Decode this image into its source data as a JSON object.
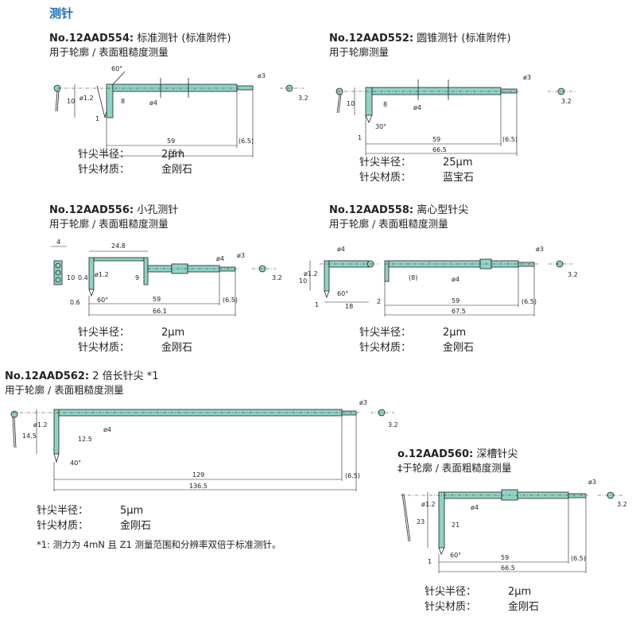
{
  "page": {
    "heading": "测针",
    "footnote": "*1: 测力为 4mN 且 Z1 测量范围和分辨率双倍于标准测针。"
  },
  "colors": {
    "heading": "#1d6fb8",
    "stylus": "#8fd3c4",
    "line": "#222222"
  },
  "spec_labels": {
    "radius": "针尖半径：",
    "material": "针尖材质："
  },
  "styli": [
    {
      "model": "No.12AAD554:",
      "name": "标准测针 (标准附件)",
      "usage": "用于轮廓 / 表面粗糙度测量",
      "radius": "2μm",
      "material": "金刚石",
      "dims": {
        "angle": "60°",
        "tip_dia": "ø1.2",
        "height": "10",
        "rise": "8",
        "shaft_dia": "ø4",
        "end_dia": "ø3",
        "ball": "3.2",
        "tip_off": "1",
        "len": "59",
        "tail": "(6.5)",
        "total": "66.5"
      }
    },
    {
      "model": "No.12AAD552:",
      "name": "圆锥测针 (标准附件)",
      "usage": "用于轮廓测量",
      "radius": "25μm",
      "material": "蓝宝石",
      "dims": {
        "angle": "30°",
        "height": "10",
        "rise": "8",
        "shaft_dia": "ø4",
        "end_dia": "ø3",
        "ball": "3.2",
        "tip_off": "1",
        "len": "59",
        "tail": "(6.5)",
        "total": "66.5"
      }
    },
    {
      "model": "No.12AAD556:",
      "name": "小孔测针",
      "usage": "用于轮廓 / 表面粗糙度测量",
      "radius": "2μm",
      "material": "金刚石",
      "dims": {
        "top": "4",
        "arm": "24.8",
        "h1": "10",
        "h2": "0.4",
        "tip_dia": "ø1.2",
        "drop": "9",
        "shaft_dia": "ø4",
        "end_dia": "ø3",
        "ball": "3.2",
        "tip_off": "0.6",
        "angle": "60°",
        "len": "59",
        "tail": "(6.5)",
        "total": "66.1"
      }
    },
    {
      "model": "No.12AAD558:",
      "name": "离心型针尖",
      "usage": "用于轮廓 / 表面粗糙度测量",
      "radius": "2μm",
      "material": "金刚石",
      "dims": {
        "tip_dia": "ø1.2",
        "head_dia": "ø4",
        "height": "10",
        "rise": "(8)",
        "shaft_dia": "ø4",
        "end_dia": "ø3",
        "ball": "3.2",
        "tip_off": "1",
        "angle": "60°",
        "neck": "18",
        "gap": "2",
        "len": "59",
        "tail": "(6.5)",
        "total": "67.5"
      }
    },
    {
      "model": "No.12AAD562:",
      "name": "2 倍长针尖 *1",
      "usage": "用于轮廓 / 表面粗糙度测量",
      "radius": "5μm",
      "material": "金刚石",
      "dims": {
        "height": "14.5",
        "tip_dia": "ø1.2",
        "rise": "12.5",
        "shaft_dia": "ø4",
        "end_dia": "ø3",
        "ball": "3.2",
        "angle": "40°",
        "len": "129",
        "tail": "(6.5)",
        "total": "136.5"
      }
    },
    {
      "model": "o.12AAD560:",
      "name": "深槽针尖",
      "usage": "‡于轮廓 / 表面粗糙度测量",
      "radius": "2μm",
      "material": "金刚石",
      "dims": {
        "tip_dia": "ø1.2",
        "shaft_dia": "ø4",
        "height": "23",
        "rise": "21",
        "end_dia": "ø3",
        "ball": "3.2",
        "tip_off": "1",
        "angle": "60°",
        "len": "59",
        "tail": "(6.5)",
        "total": "66.5"
      }
    }
  ]
}
